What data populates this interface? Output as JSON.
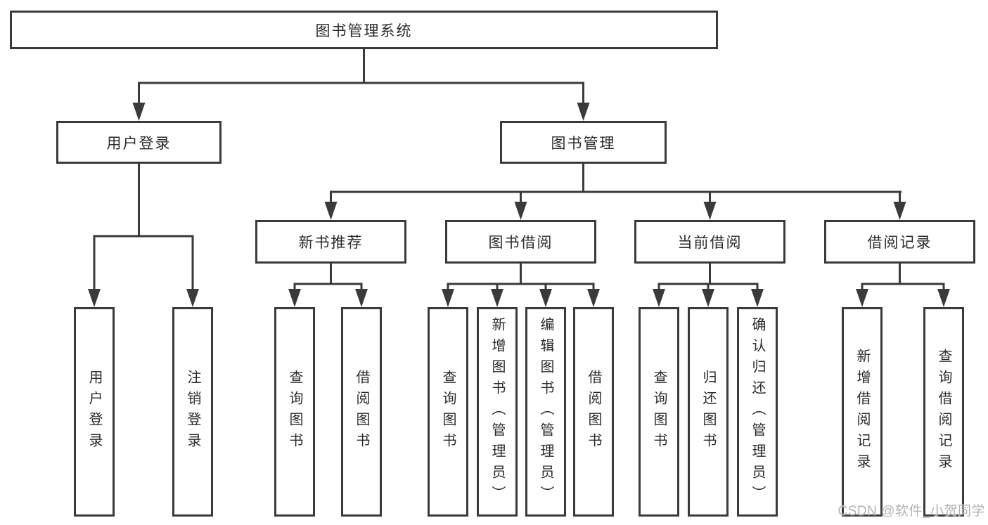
{
  "nodes": {
    "root": "图书管理系统",
    "user_login": "用户登录",
    "book_mgmt": "图书管理",
    "new_book_rec": "新书推荐",
    "book_borrow": "图书借阅",
    "current_borrow": "当前借阅",
    "borrow_records": "借阅记录",
    "leaf_user_login": "用户登录",
    "leaf_logout": "注销登录",
    "leaf_query_book_rec": "查询图书",
    "leaf_borrow_book_rec": "借阅图书",
    "leaf_query_book_borrow": "查询图书",
    "leaf_add_book_admin": "新增图书（管理员）",
    "leaf_edit_book_admin": "编辑图书（管理员）",
    "leaf_borrow_book_borrow": "借阅图书",
    "leaf_query_book_current": "查询图书",
    "leaf_return_book": "归还图书",
    "leaf_confirm_return_admin": "确认归还（管理员）",
    "leaf_add_borrow_record": "新增借阅记录",
    "leaf_query_borrow_record": "查询借阅记录"
  },
  "watermark": "CSDN @软件_小贺同学",
  "colors": {
    "line": "#3a3a3a",
    "text": "#2b2b2b",
    "background": "#ffffff",
    "watermark": "#b3b3b3"
  }
}
